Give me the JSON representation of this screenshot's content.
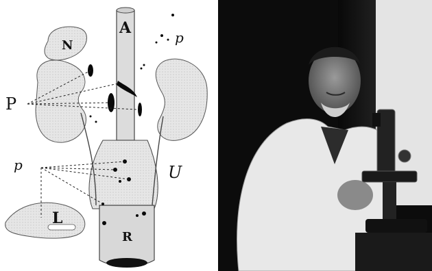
{
  "diagram": {
    "labels": {
      "aorta": "A",
      "adrenal": "N",
      "paraganglia_upper": "P",
      "paraganglia_scattered": "p",
      "paraganglia_lower": "p",
      "ureter": "U",
      "liver": "L",
      "rectum": "R"
    }
  },
  "photo": {
    "subject": "portrait-of-scientist-with-microscope"
  }
}
